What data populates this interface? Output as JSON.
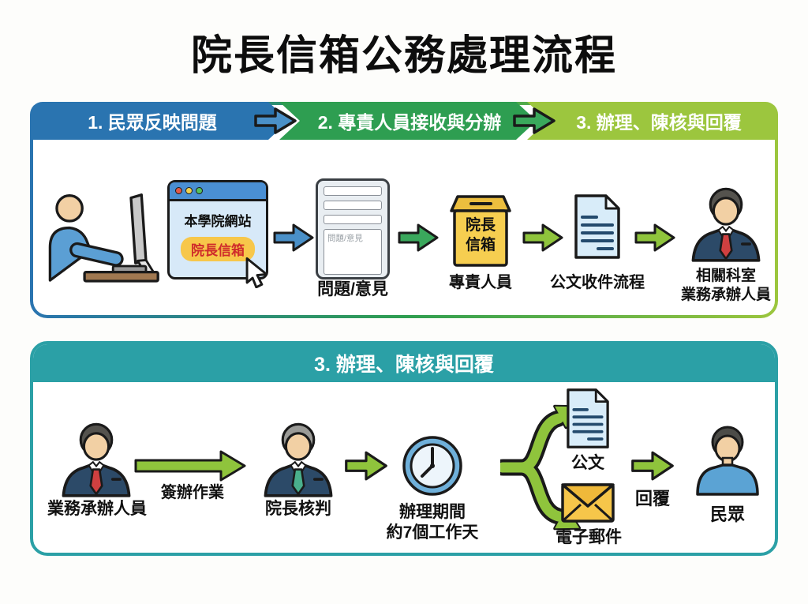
{
  "title": "院長信箱公務處理流程",
  "colors": {
    "step1_blue": "#2a74b0",
    "step2_green": "#2e9e51",
    "step3_lightgreen": "#9cc63e",
    "bottom_teal": "#2ba0a6",
    "arrow_blue": "#4a90c8",
    "arrow_green": "#3aa85c",
    "arrow_lightgreen": "#8fc43c",
    "mailbox_yellow": "#f6ce50",
    "envelope_yellow": "#f6c64a"
  },
  "top_panel": {
    "steps": [
      {
        "label": "1. 民眾反映問題"
      },
      {
        "label": "2. 專責人員接收與分辦"
      },
      {
        "label": "3. 辦理、陳核與回覆"
      }
    ],
    "browser": {
      "site": "本學院網站",
      "button": "院長信箱"
    },
    "form": {
      "placeholder": "問題/意見",
      "caption": "問題/意見"
    },
    "mailbox": {
      "line1": "院長",
      "line2": "信箱",
      "caption": "專責人員"
    },
    "document": {
      "caption": "公文收件流程"
    },
    "staff": {
      "caption1": "相關科室",
      "caption2": "業務承辦人員"
    }
  },
  "bottom_panel": {
    "header": "3. 辦理、陳核與回覆",
    "handler": {
      "caption": "業務承辦人員"
    },
    "sign_label": "簽辦作業",
    "dean": {
      "caption": "院長核判"
    },
    "clock": {
      "caption1": "辦理期間",
      "caption2": "約7個工作天"
    },
    "doc": {
      "caption": "公文"
    },
    "email": {
      "caption": "電子郵件"
    },
    "reply_label": "回覆",
    "public": {
      "caption": "民眾"
    }
  }
}
